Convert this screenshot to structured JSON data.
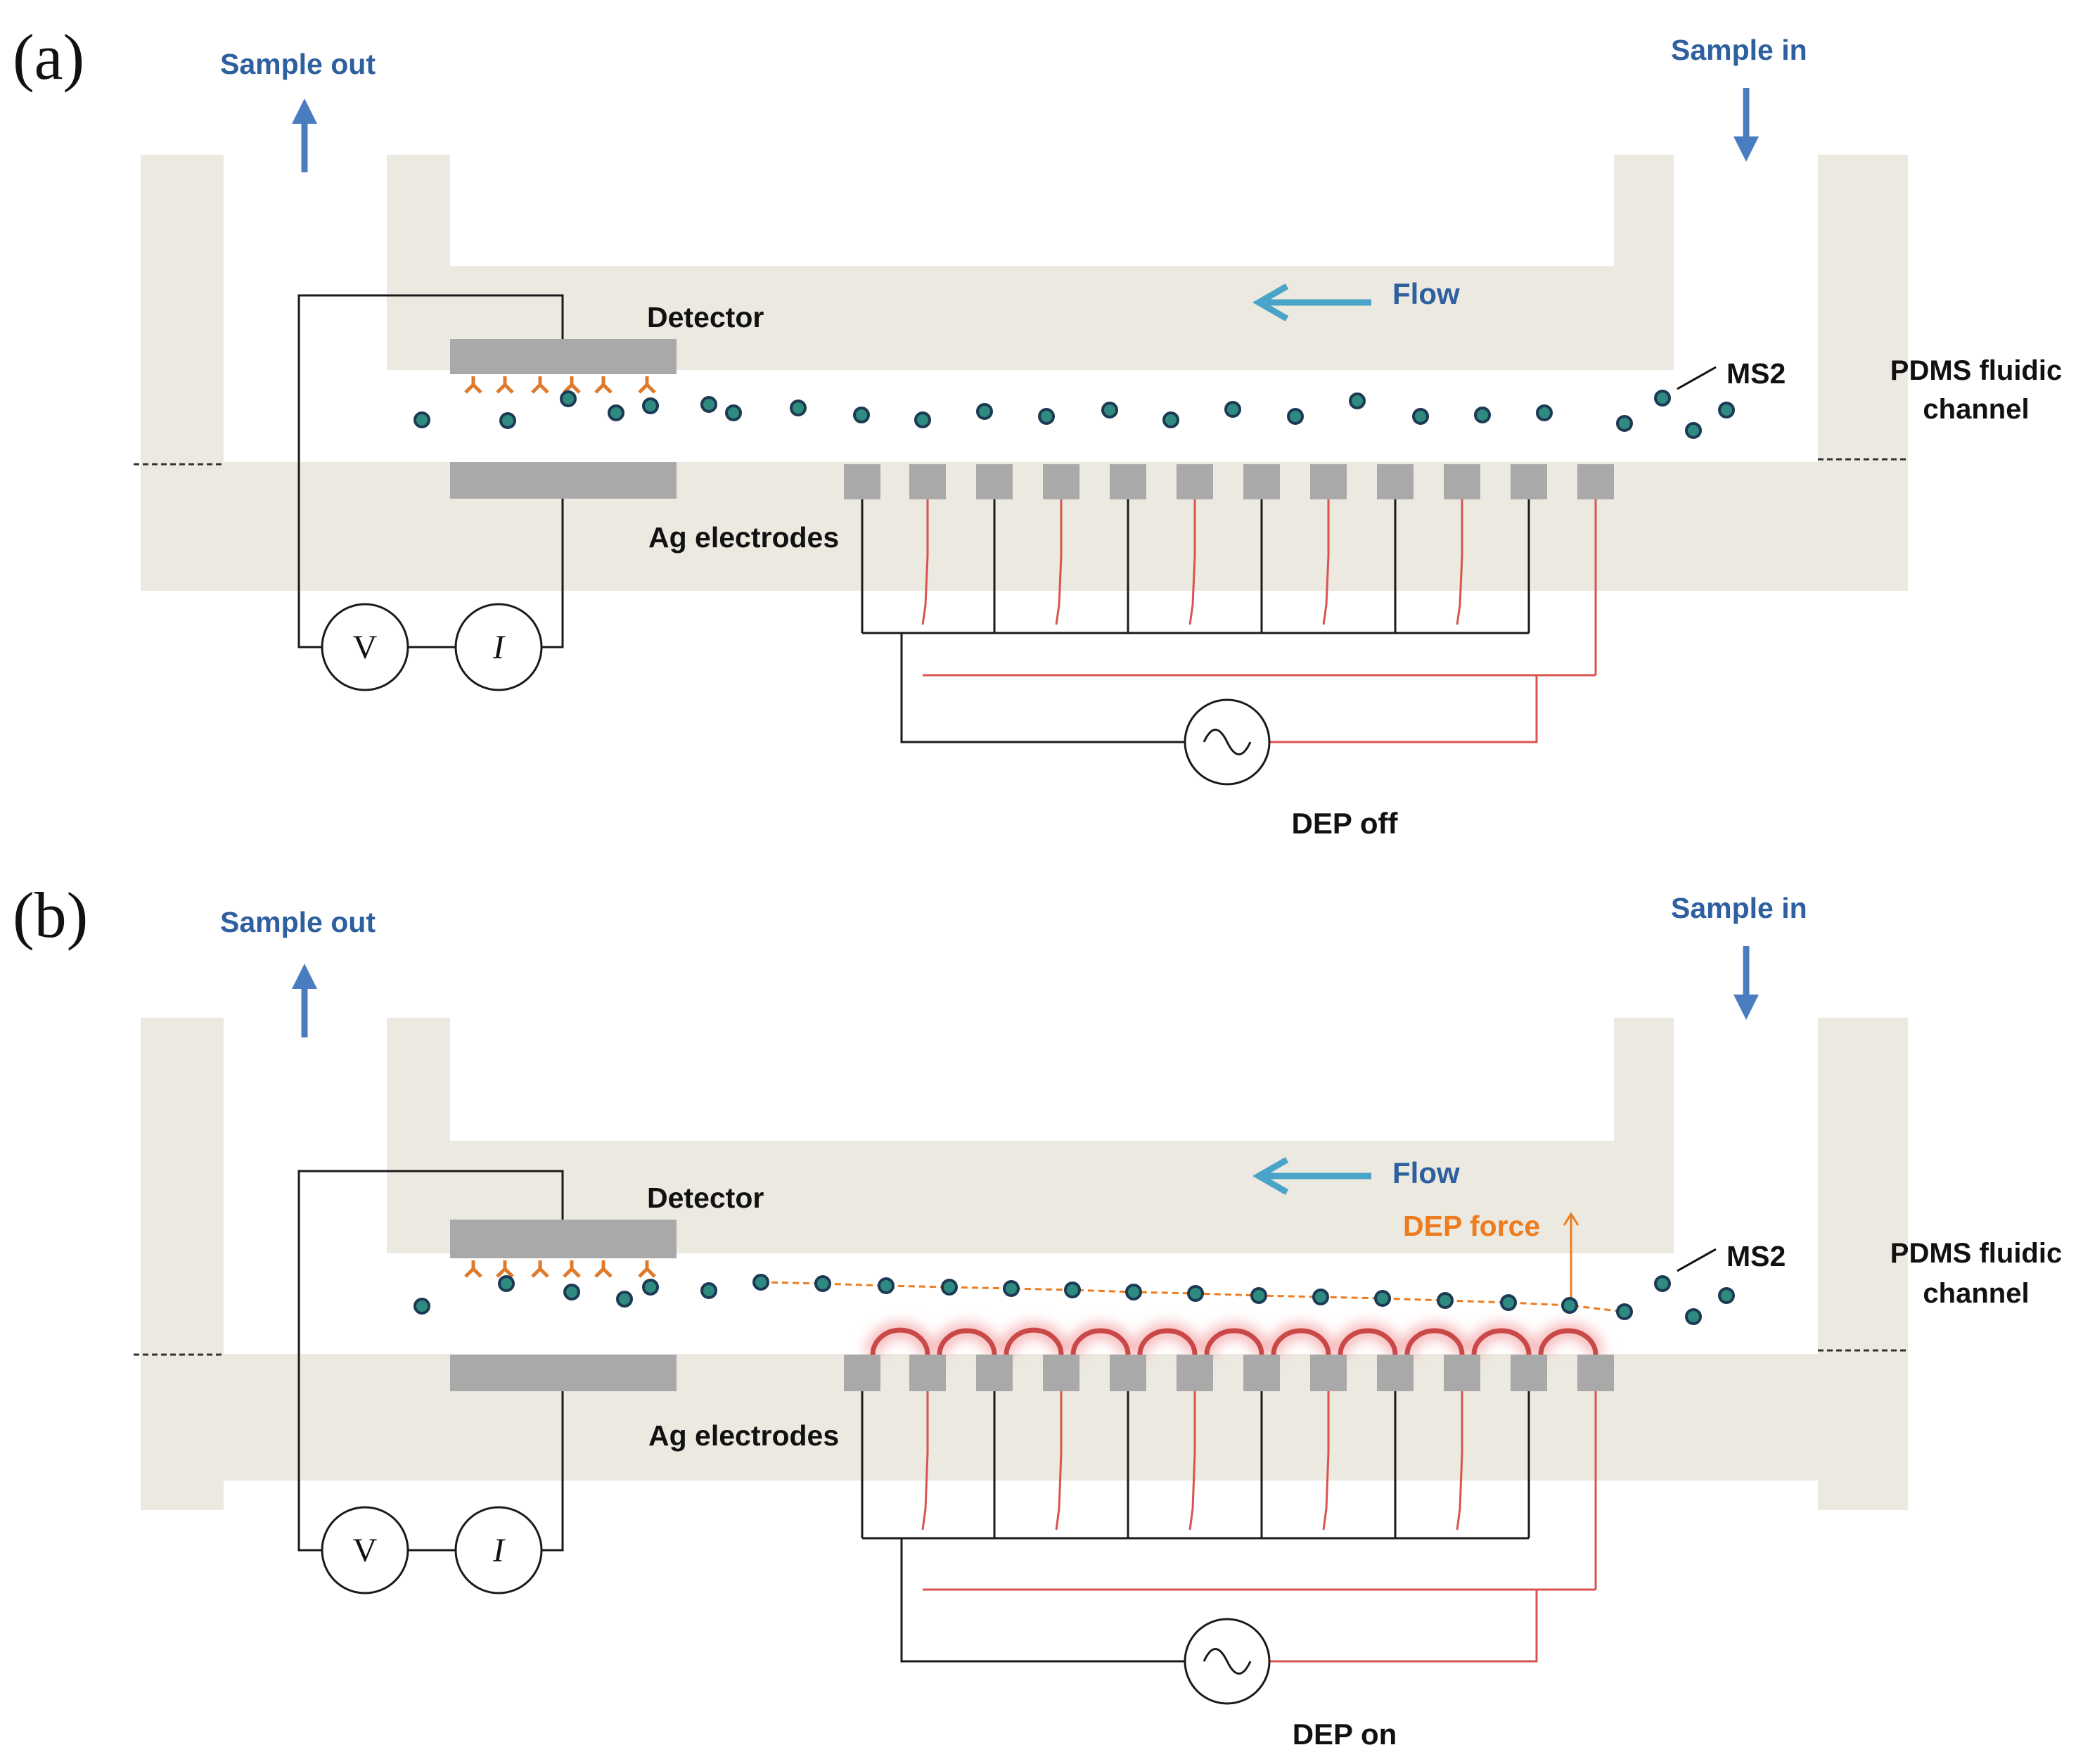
{
  "panels": [
    {
      "id": "a",
      "panel_label": "(a)",
      "sample_out": "Sample out",
      "sample_in": "Sample in",
      "flow": "Flow",
      "detector": "Detector",
      "ms2": "MS2",
      "pdms_line1": "PDMS fluidic",
      "pdms_line2": "channel",
      "electrodes": "Ag electrodes",
      "voltmeter": "V",
      "ammeter": "I",
      "dep_state": "DEP off",
      "dep_force": ""
    },
    {
      "id": "b",
      "panel_label": "(b)",
      "sample_out": "Sample out",
      "sample_in": "Sample in",
      "flow": "Flow",
      "detector": "Detector",
      "ms2": "MS2",
      "pdms_line1": "PDMS fluidic",
      "pdms_line2": "channel",
      "electrodes": "Ag electrodes",
      "voltmeter": "V",
      "ammeter": "I",
      "dep_state": "DEP on",
      "dep_force": "DEP force"
    }
  ],
  "colors": {
    "pdms": "#ece9e0",
    "electrode": "#a9a9a9",
    "wire_black": "#1a1a1a",
    "wire_red": "#d9534f",
    "label_blue": "#2e5f9f",
    "flow_arrow": "#4aa3c8",
    "antibody": "#e07a2a",
    "dep_orange": "#ee7c1e",
    "virus_fill": "#2f8a80",
    "virus_edge": "#1d3a55"
  }
}
